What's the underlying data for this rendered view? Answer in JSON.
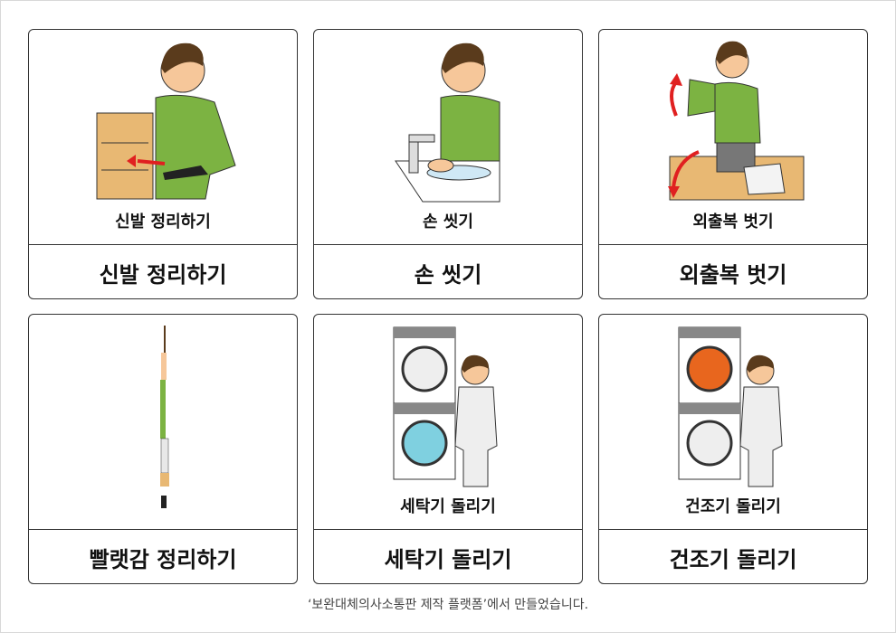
{
  "cards": [
    {
      "caption": "신발 정리하기",
      "label": "신발 정리하기"
    },
    {
      "caption": "손 씻기",
      "label": "손 씻기"
    },
    {
      "caption": "외출복 벗기",
      "label": "외출복 벗기"
    },
    {
      "caption": "",
      "label": "빨랫감 정리하기"
    },
    {
      "caption": "세탁기 돌리기",
      "label": "세탁기 돌리기"
    },
    {
      "caption": "건조기 돌리기",
      "label": "건조기 돌리기"
    }
  ],
  "footer": "‘보완대체의사소통판 제작 플랫폼’에서 만들었습니다.",
  "colors": {
    "shirt": "#7cb342",
    "skin": "#f6c79a",
    "hair": "#5a3b1c",
    "arrow": "#e02020",
    "wood": "#e8b873"
  }
}
